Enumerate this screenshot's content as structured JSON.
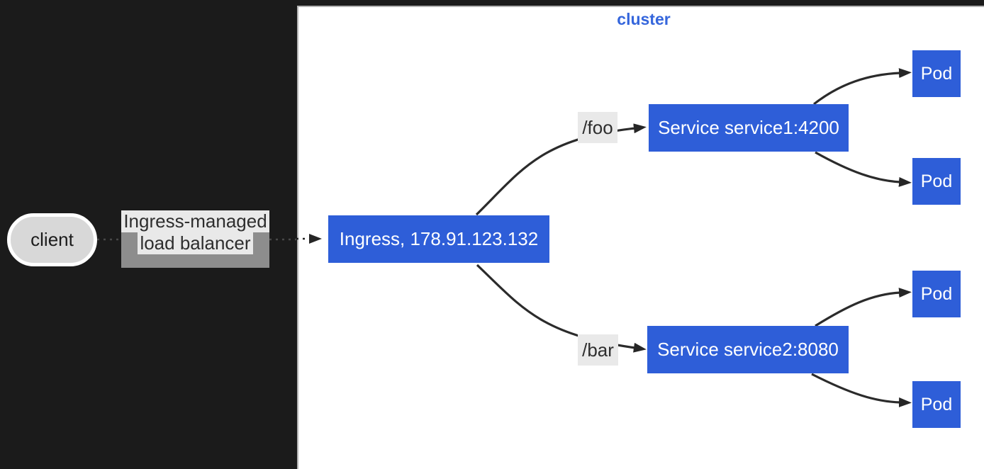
{
  "page": {
    "background": "#1b1b1b"
  },
  "cluster": {
    "label": "cluster",
    "bg": "#ffffff",
    "border_color": "#b3b3b3",
    "label_color": "#3566dc"
  },
  "nodes": {
    "client": {
      "label": "client",
      "fill": "#d8d8d8",
      "border": "#ffffff",
      "text_color": "#1c1c1c"
    },
    "ingress": {
      "label": "Ingress, 178.91.123.132",
      "fill": "#2e5ed8",
      "text_color": "#ffffff"
    },
    "service1": {
      "label": "Service service1:4200",
      "fill": "#2e5ed8",
      "text_color": "#ffffff"
    },
    "service2": {
      "label": "Service service2:8080",
      "fill": "#2e5ed8",
      "text_color": "#ffffff"
    },
    "pods": [
      "Pod",
      "Pod",
      "Pod",
      "Pod"
    ]
  },
  "edge_labels": {
    "load_balancer": {
      "line1": "Ingress-managed",
      "line2": "load balancer",
      "text_bg": "#e9e9e9",
      "backing": "#8d8d8d",
      "text_color": "#2e2e2e"
    },
    "foo": {
      "label": "/foo",
      "bg": "#e9e9e9",
      "text_color": "#2e2e2e"
    },
    "bar": {
      "label": "/bar",
      "bg": "#e9e9e9",
      "text_color": "#2e2e2e"
    }
  },
  "edges": {
    "stroke": "#2b2b2b",
    "dotted_stroke_on_dark": "#484848",
    "dotted_stroke_on_light": "#222222"
  }
}
